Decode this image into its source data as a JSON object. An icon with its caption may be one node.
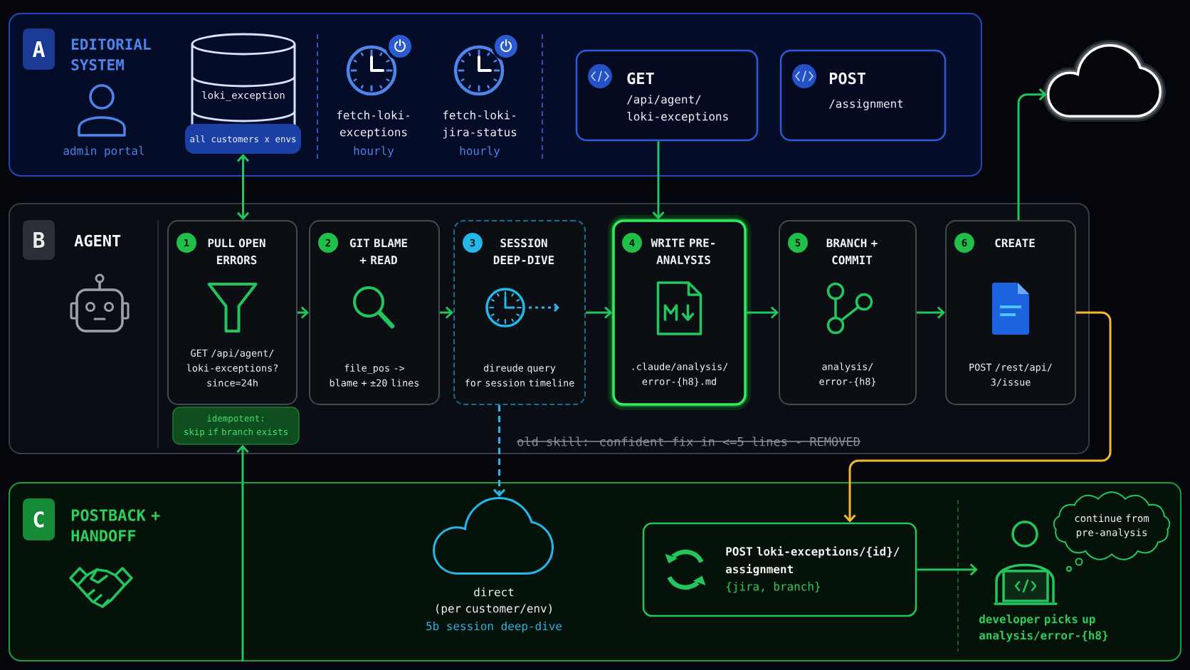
{
  "diagram": {
    "nodes": [
      {
        "text": [
          "EDITORIAL SYSTEM"
        ]
      },
      {
        "text": [
          "A"
        ],
        "in": 0
      },
      {
        "text": [
          "loki_exception",
          "all customers x envs"
        ],
        "in": 0
      },
      {
        "text": [
          "GET",
          "/api/agent/loki-exceptions"
        ],
        "in": 0
      },
      {
        "text": [
          "POST",
          "/assignment"
        ],
        "in": 0
      },
      {
        "text": [],
        "shape": "cloud"
      },
      {
        "text": [
          "AGENT"
        ]
      },
      {
        "text": [
          "B"
        ],
        "in": 6
      },
      {
        "text": [
          "PULL OPEN ERRORS",
          "GET /api/agent/loki-exceptions?since=24h"
        ],
        "in": 6
      },
      {
        "text": [
          "1"
        ],
        "in": 8
      },
      {
        "text": [
          "GIT BLAME + READ",
          "file_pos -> blame + ±20 lines"
        ],
        "in": 6
      },
      {
        "text": [
          "2"
        ],
        "in": 10
      },
      {
        "text": [
          "SESSION DEEP-DIVE",
          "direude query for session timeline"
        ],
        "in": 6
      },
      {
        "text": [
          "3"
        ],
        "in": 12
      },
      {
        "text": [
          "WRITE PRE-ANALYSIS",
          ".claude/analysis/error-{h8}.md"
        ],
        "in": 6
      },
      {
        "text": [
          "4"
        ],
        "in": 14
      },
      {
        "text": [
          "BRANCH + COMMIT",
          "analysis/error-{h8}"
        ],
        "in": 6
      },
      {
        "text": [
          "5"
        ],
        "in": 16
      },
      {
        "text": [
          "CREATE",
          "POST /rest/api/3/issue"
        ],
        "in": 6
      },
      {
        "text": [
          "6"
        ],
        "in": 18
      },
      {
        "text": [
          "idempotent:",
          "skip if branch exists"
        ],
        "in": 6
      },
      {
        "text": [
          "POSTBACK + HANDOFF"
        ]
      },
      {
        "text": [
          "C"
        ],
        "in": 21
      },
      {
        "text": [
          "direct (per customer/env)",
          "5b session deep-dive"
        ],
        "in": 21
      },
      {
        "text": [
          "POST loki-exceptions/{id}/assignment",
          "{jira, branch}"
        ],
        "in": 21
      },
      {
        "text": [
          "developer picks up analysis/error-{h8}"
        ],
        "in": 21
      },
      {
        "text": [
          "continue from pre-analysis"
        ],
        "in": 21
      }
    ],
    "edges": [
      {
        "from": 2,
        "to": 8,
        "arrow": "both"
      },
      {
        "from": 3,
        "to": 14,
        "arrow": "to"
      },
      {
        "from": 8,
        "to": 10,
        "arrow": "to"
      },
      {
        "from": 10,
        "to": 12,
        "arrow": "to"
      },
      {
        "from": 12,
        "to": 14,
        "arrow": "to"
      },
      {
        "from": 14,
        "to": 16,
        "arrow": "to"
      },
      {
        "from": 16,
        "to": 18,
        "arrow": "to"
      },
      {
        "from": 18,
        "to": 5,
        "arrow": "to"
      },
      {
        "from": 18,
        "to": 24,
        "arrow": "to",
        "color": "#f4b731"
      },
      {
        "from": 12,
        "to": 23,
        "arrow": "to",
        "style": "dashed",
        "color": "#26b6e8"
      },
      {
        "from": 24,
        "to": 25,
        "arrow": "to"
      },
      {
        "from": 21,
        "to": 20,
        "arrow": "to"
      }
    ],
    "labels": [
      "admin portal",
      "fetch-loki-exceptions",
      "hourly",
      "fetch-loki-jira-status",
      "hourly",
      "old skill: confident fix in <=5 lines - REMOVED"
    ]
  }
}
